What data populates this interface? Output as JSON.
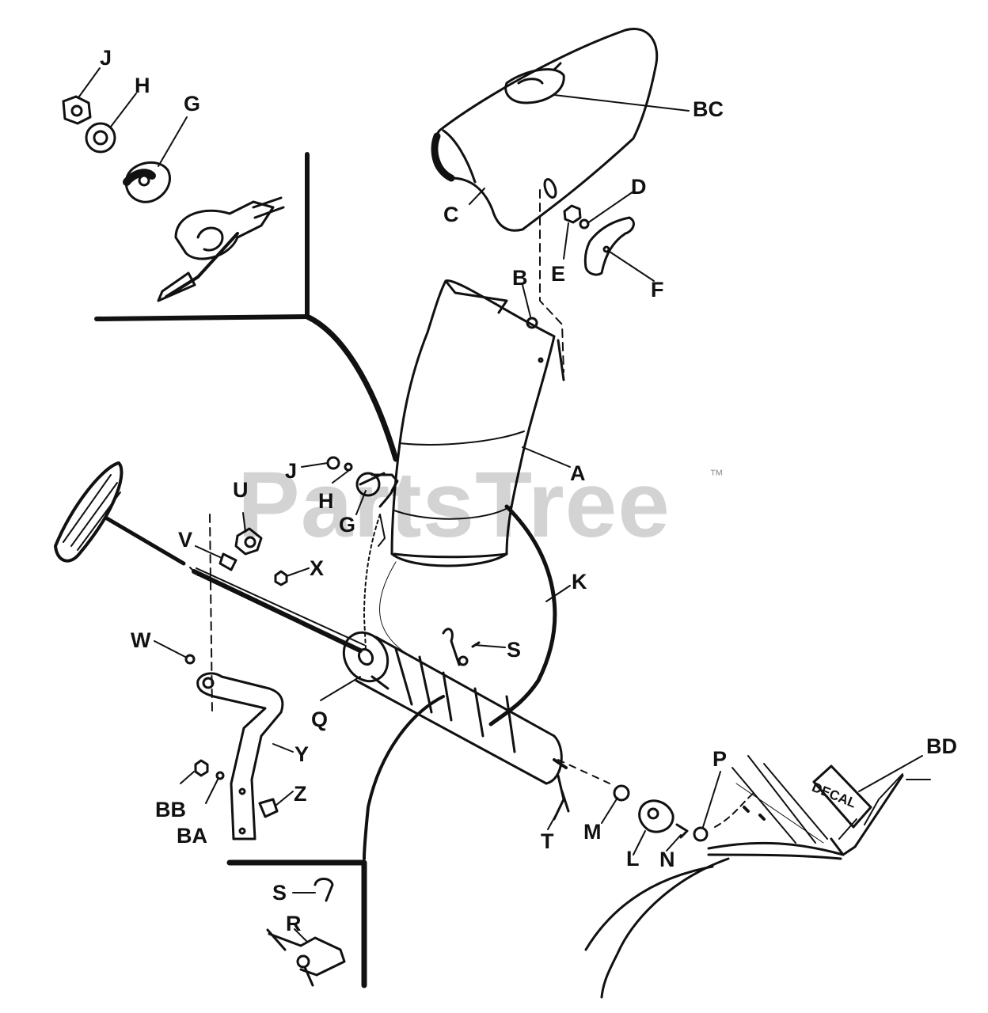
{
  "watermark": {
    "text": "PartsTree",
    "tm": "™"
  },
  "decal_text": "DECAL",
  "labels": {
    "J_top": "J",
    "H_top": "H",
    "G_top": "G",
    "BC": "BC",
    "C": "C",
    "D": "D",
    "E": "E",
    "F": "F",
    "B": "B",
    "A": "A",
    "J_mid": "J",
    "H_mid": "H",
    "G_mid": "G",
    "U": "U",
    "V": "V",
    "X": "X",
    "K": "K",
    "S_mid": "S",
    "W": "W",
    "Q": "Q",
    "Y": "Y",
    "BB": "BB",
    "BA": "BA",
    "Z": "Z",
    "S_low": "S",
    "R": "R",
    "T": "T",
    "M": "M",
    "L": "L",
    "N": "N",
    "P": "P",
    "BD": "BD"
  }
}
